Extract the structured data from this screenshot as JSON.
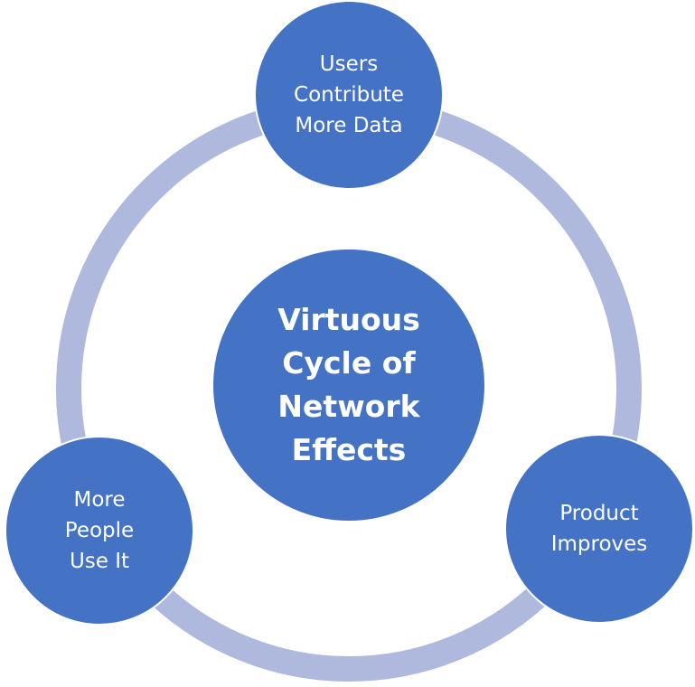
{
  "colors": {
    "node": "#4472C4",
    "ring": "#AEB9DD"
  },
  "center": {
    "label": "Virtuous\nCycle of\nNetwork\nEffects"
  },
  "nodes": [
    {
      "label": "Users\nContribute\nMore Data"
    },
    {
      "label": "Product\nImproves"
    },
    {
      "label": "More\nPeople\nUse It"
    }
  ]
}
